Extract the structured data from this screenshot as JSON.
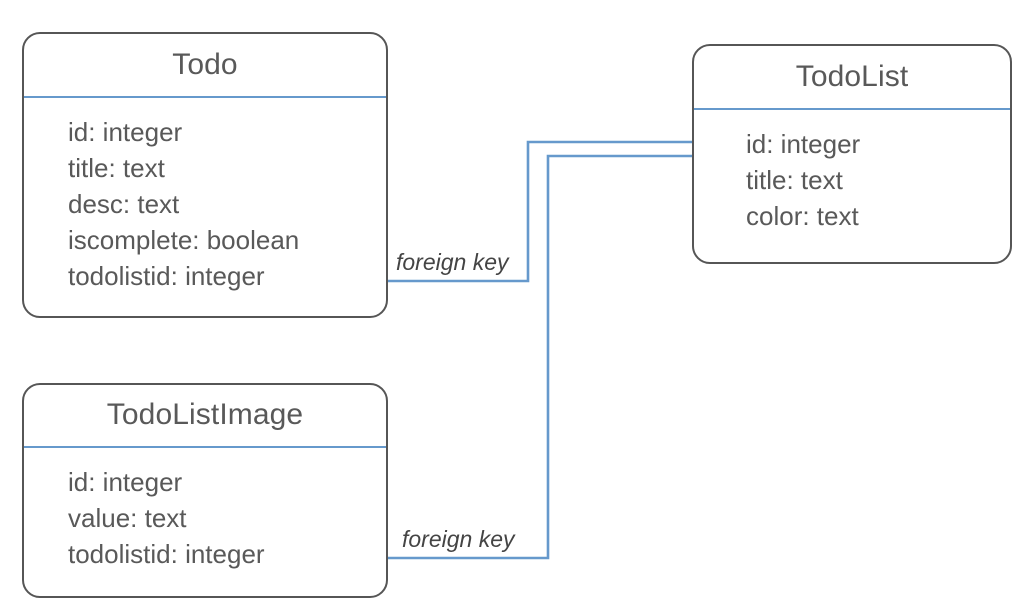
{
  "diagram": {
    "type": "entity-relationship-diagram",
    "background_color": "#ffffff",
    "entity_border_color": "#565656",
    "entity_divider_color": "#6699cc",
    "connector_color": "#6699cc",
    "text_color": "#595959",
    "label_text_color": "#444444"
  },
  "entities": [
    {
      "id": "todo",
      "name": "Todo",
      "attributes": [
        "id: integer",
        "title: text",
        "desc: text",
        "iscomplete: boolean",
        "todolistid: integer"
      ]
    },
    {
      "id": "todolist",
      "name": "TodoList",
      "attributes": [
        "id: integer",
        "title: text",
        "color: text"
      ]
    },
    {
      "id": "todolistimage",
      "name": "TodoListImage",
      "attributes": [
        "id: integer",
        "value: text",
        "todolistid: integer"
      ]
    }
  ],
  "relationships": [
    {
      "id": "todo-to-todolist",
      "label": "foreign key",
      "from_entity": "Todo",
      "from_attribute": "todolistid: integer",
      "to_entity": "TodoList",
      "to_attribute": "id: integer"
    },
    {
      "id": "todolistimage-to-todolist",
      "label": "foreign key",
      "from_entity": "TodoListImage",
      "from_attribute": "todolistid: integer",
      "to_entity": "TodoList",
      "to_attribute": "id: integer"
    }
  ]
}
